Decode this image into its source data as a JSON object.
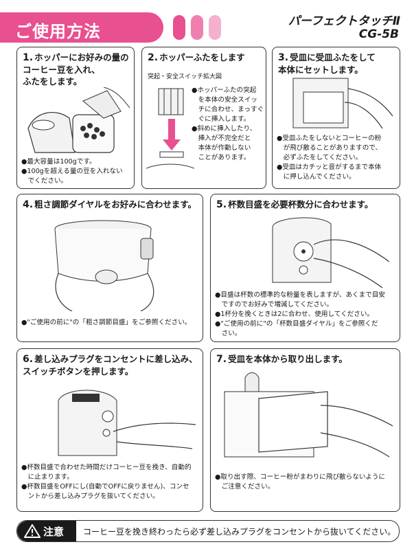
{
  "header": {
    "title": "ご使用方法",
    "product_name": "パーフェクトタッチⅡ",
    "model": "CG-5B",
    "accent_color": "#e8508f"
  },
  "steps": [
    {
      "num": "1.",
      "title": "ホッパーにお好みの量の\nコーヒー豆を入れ、\nふたをします。",
      "notes": "●最大容量は100gです。\n●100gを超える量の豆を入れない\n　でください。"
    },
    {
      "num": "2.",
      "title": "ホッパーふたをします",
      "caption": "突起・安全スイッチ拡大図",
      "notes": "●ホッパーふたの突起\n　を本体の安全スイッ\n　チに合わせ、まっすぐ\n　ぐに挿入します。\n●斜めに挿入したり、\n　挿入が不完全だと\n　本体が作動しない\n　ことがあります。"
    },
    {
      "num": "3.",
      "title": "受皿に受皿ふたをして\n本体にセットします。",
      "notes": "●受皿ふたをしないとコーヒーの粉\n　が飛び散ることがありますので、\n　必ずふたをしてください。\n●受皿はカチッと音がするまで本体\n　に押し込んでください。"
    },
    {
      "num": "4.",
      "title": "粗さ調節ダイヤルをお好みに合わせます。",
      "notes": "●\"ご使用の前に\"の「粗さ調節目盛」をご参照ください。"
    },
    {
      "num": "5.",
      "title": "杯数目盛を必要杯数分に合わせます。",
      "notes": "●目盛は杯数の標準的な粉量を表しますが、あくまで目安\n　ですのでお好みで増減してください。\n●1杯分を挽くときは2に合わせ、使用してください。\n●\"ご使用の前に\"の「杯数目盛ダイヤル」をご参照くだ\n　さい。"
    },
    {
      "num": "6.",
      "title": "差し込みプラグをコンセントに差し込み、\nスイッチボタンを押します。",
      "notes": "●杯数目盛で合わせた時間だけコーヒー豆を挽き、自動的\n　に止まります。\n●杯数目盛をOFFにし(自動でOFFに戻りません)、コンセ\n　ントから差し込みプラグを抜いてください。"
    },
    {
      "num": "7.",
      "title": "受皿を本体から取り出します。",
      "notes": "●取り出す際、コーヒー粉がまわりに飛び散らないように\n　ご注意ください。"
    }
  ],
  "caution": {
    "label": "注意",
    "text": "コーヒー豆を挽き終わったら必ず差し込みプラグをコンセントから抜いてください。"
  }
}
